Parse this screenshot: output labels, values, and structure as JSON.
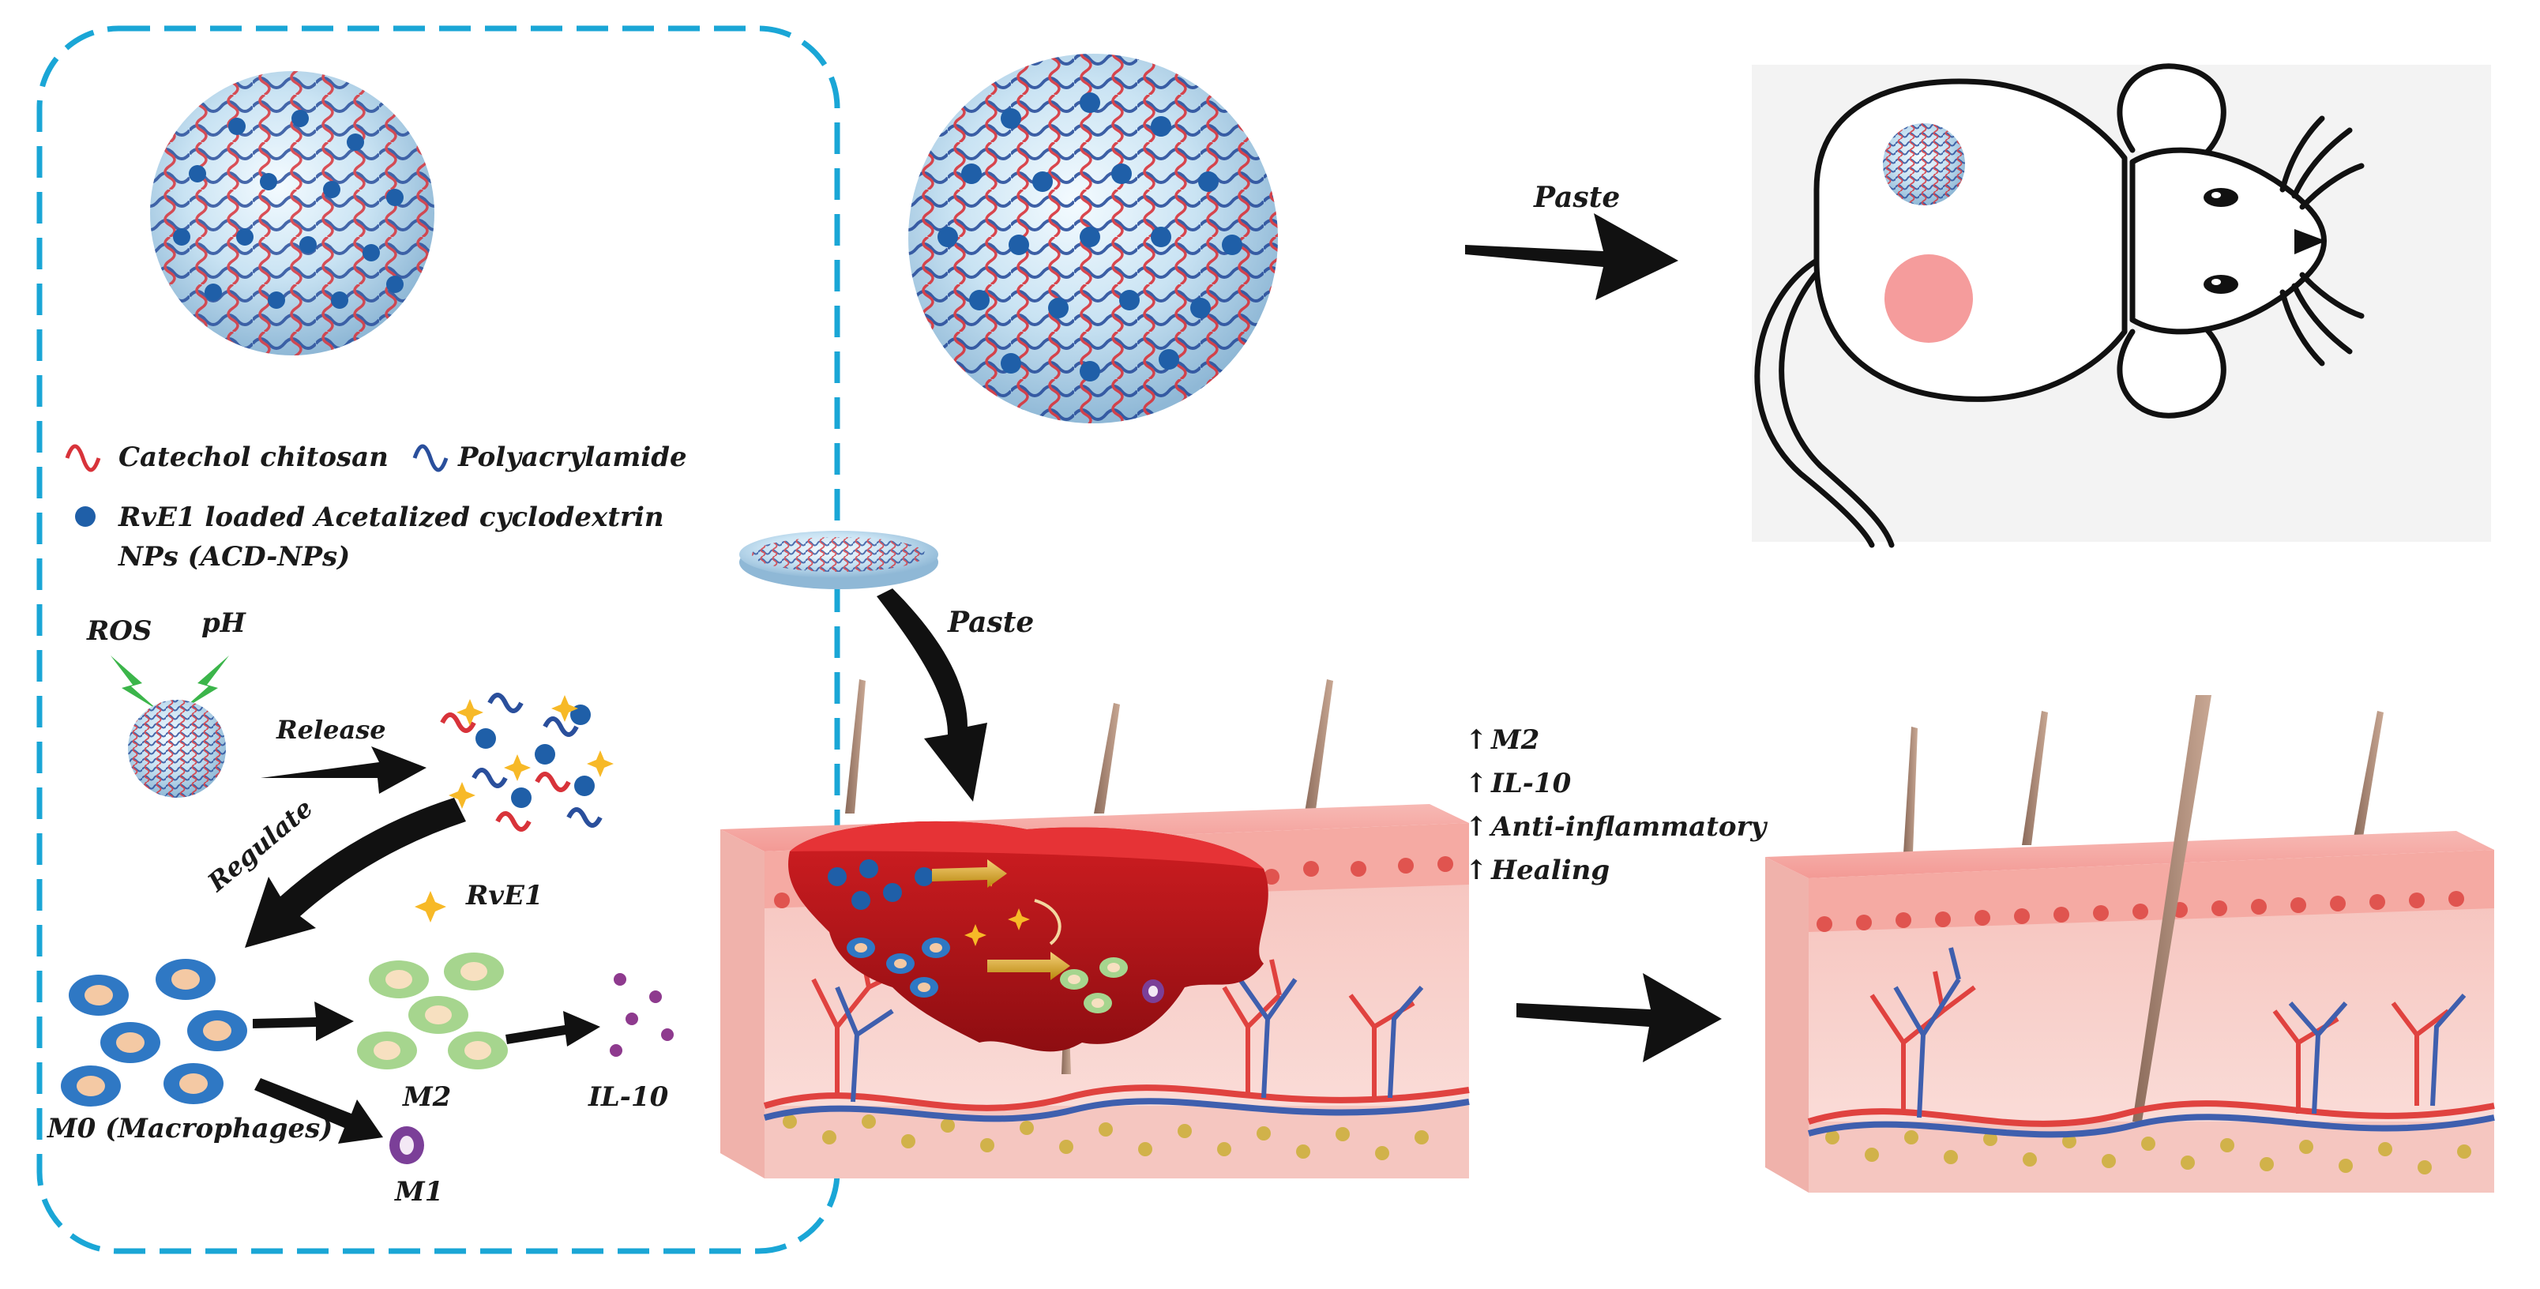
{
  "legend": {
    "catechol_chitosan": "Catechol chitosan",
    "polyacrylamide": "Polyacrylamide",
    "nps_line1": "RvE1 loaded Acetalized cyclodextrin",
    "nps_line2": "NPs (ACD-NPs)"
  },
  "mechanism": {
    "ros": "ROS",
    "ph": "pH",
    "release": "Release",
    "regulate": "Regulate",
    "rve1": "RvE1",
    "m2": "M2",
    "il10": "IL-10",
    "m0": "M0 (Macrophages)",
    "m1": "M1"
  },
  "application": {
    "paste_top": "Paste",
    "paste_middle": "Paste"
  },
  "effects": {
    "items": [
      "M2",
      "IL-10",
      "Anti-inflammatory",
      "Healing"
    ],
    "arrow_symbol": "↑"
  },
  "colors": {
    "dashed_border": "#1aa6d6",
    "chitosan": "#d8333a",
    "polyacrylamide": "#2a4f9c",
    "nanoparticle": "#1f5fa8",
    "wound": "#c4161c",
    "skin": "#f6c9c4",
    "mouse_bg": "#f3f3f3",
    "mouse_spot": "#f59c9c",
    "rve1_star": "#f7b927",
    "m2_cell": "#a6d58e",
    "m1_cell": "#7b3f98",
    "il10_dot": "#8e3a8e"
  }
}
